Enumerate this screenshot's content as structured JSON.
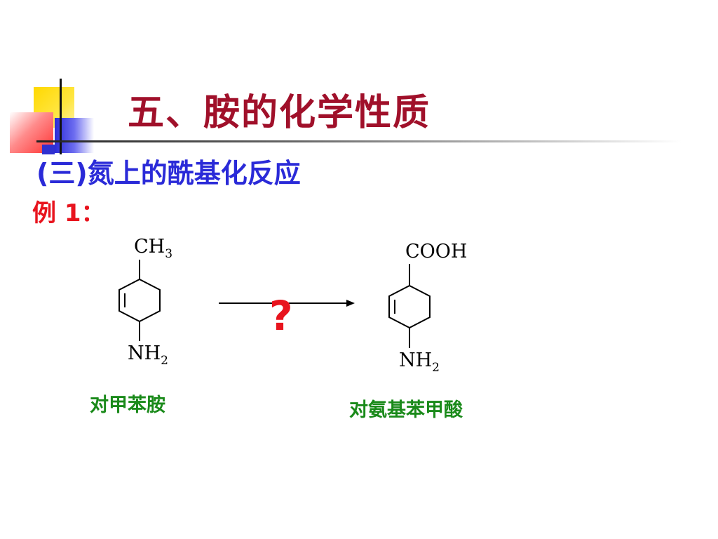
{
  "slide": {
    "title": "五、胺的化学性质",
    "subtitle": "(三)氮上的酰基化反应",
    "example_label": "例 1："
  },
  "reaction": {
    "reactant": {
      "top_group": "CH",
      "top_group_sub": "3",
      "bottom_group": "NH",
      "bottom_group_sub": "2",
      "name": "对甲苯胺"
    },
    "reagent": "?",
    "product": {
      "top_group": "COOH",
      "bottom_group": "NH",
      "bottom_group_sub": "2",
      "name": "对氨基苯甲酸"
    }
  },
  "colors": {
    "title": "#a0102a",
    "subtitle": "#2a2ad8",
    "example": "#e8141e",
    "compound_name": "#1a8a1a",
    "reagent": "#e8141e"
  }
}
